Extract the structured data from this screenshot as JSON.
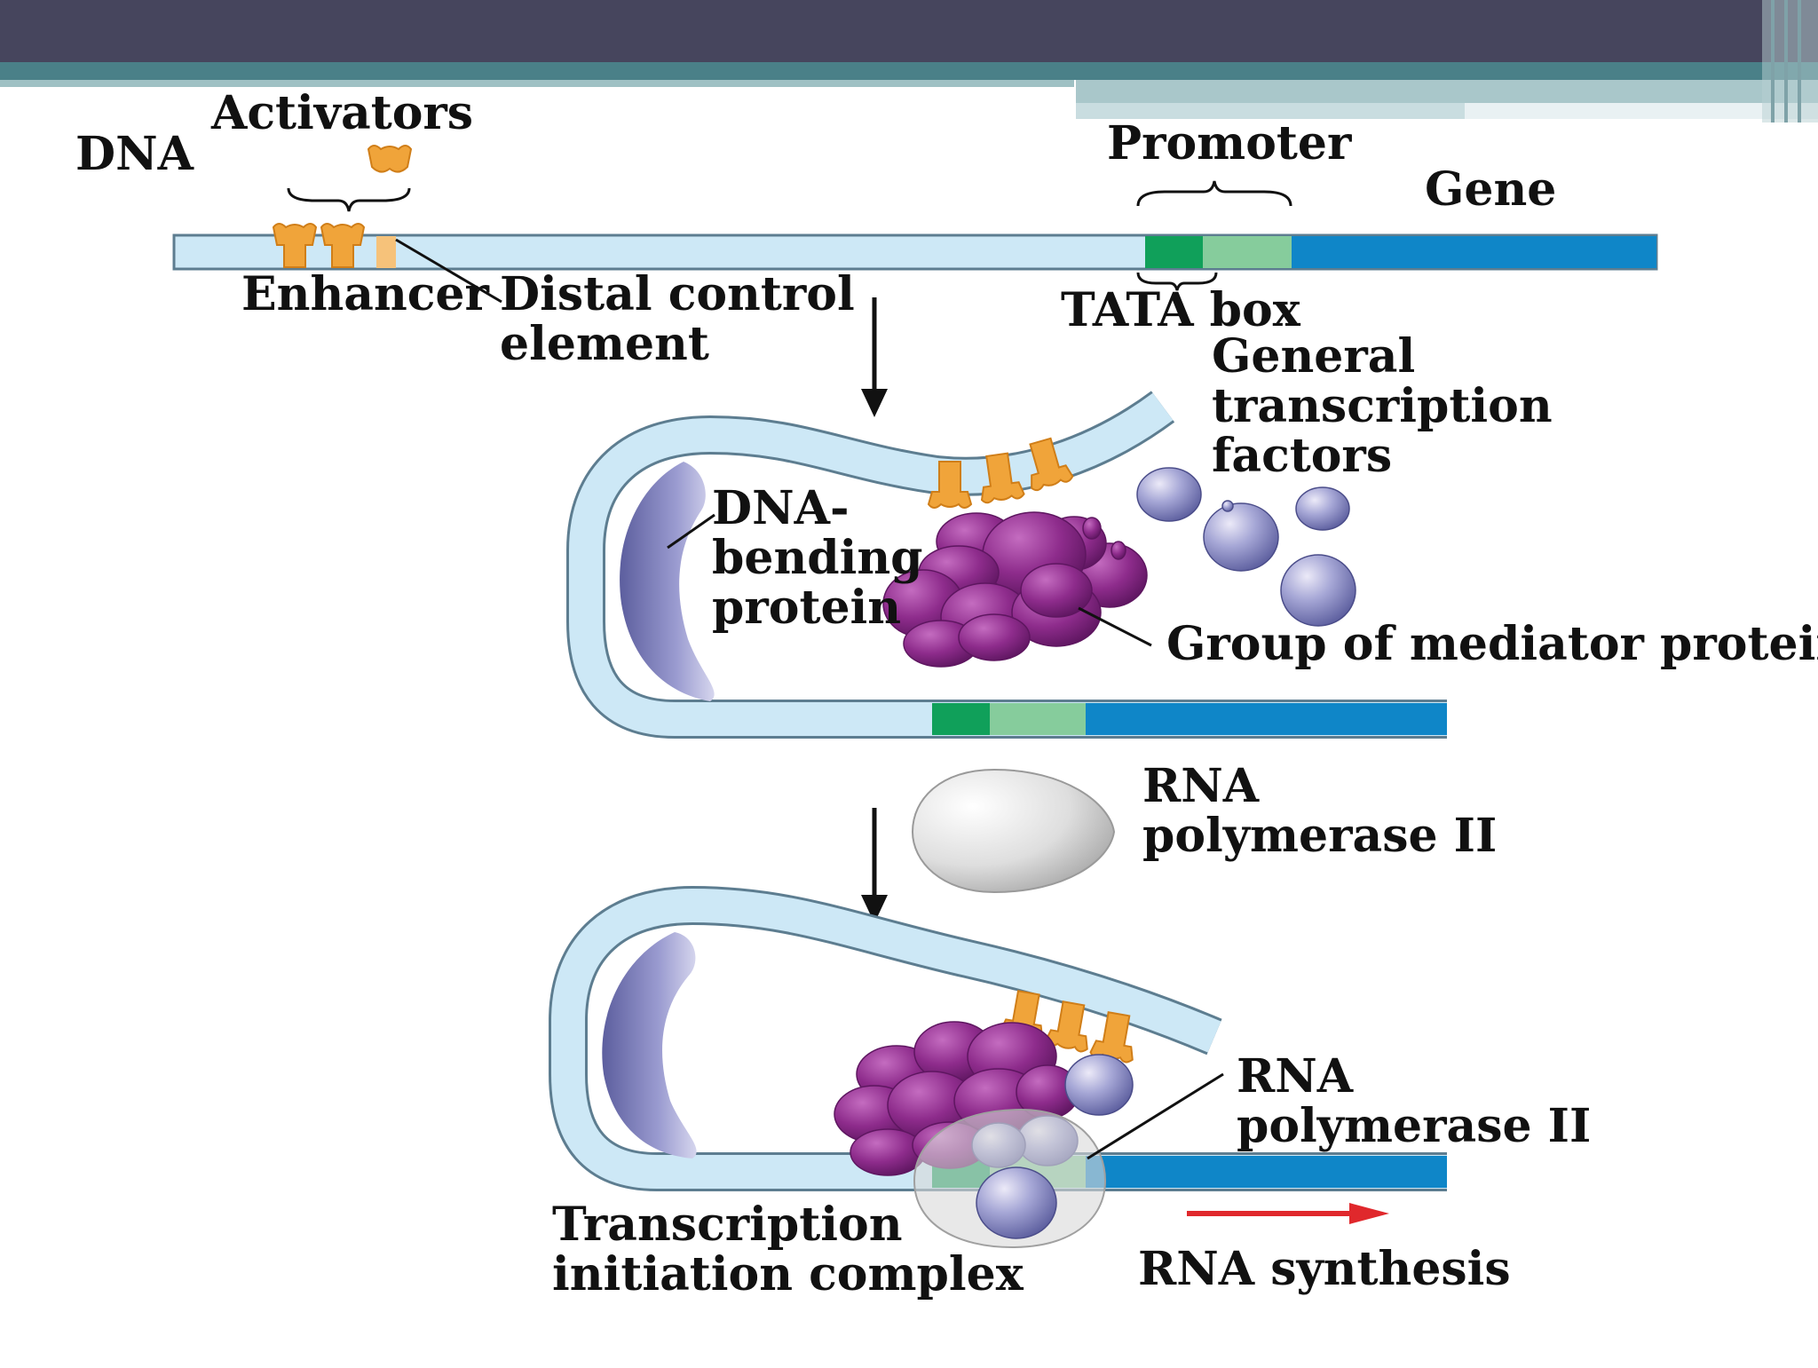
{
  "labels": {
    "dna": "DNA",
    "activators": "Activators",
    "promoter": "Promoter",
    "gene": "Gene",
    "enhancer": "Enhancer",
    "distal_control_element": [
      "Distal control",
      "element"
    ],
    "tata_box": "TATA box",
    "general_transcription_factors": [
      "General",
      "transcription",
      "factors"
    ],
    "dna_bending_protein": [
      "DNA-",
      "bending",
      "protein"
    ],
    "group_of_mediator_proteins": "Group of mediator proteins",
    "rna_polymerase_ii_free": [
      "RNA",
      "polymerase II"
    ],
    "rna_polymerase_ii_bound": [
      "RNA",
      "polymerase II"
    ],
    "transcription_initiation_complex": [
      "Transcription",
      "initiation complex"
    ],
    "rna_synthesis": "RNA synthesis"
  },
  "colors": {
    "header_bar": "#46455d",
    "header_teal": "#4a8088",
    "header_light": "#9fc1c4",
    "dna_strand": "#cde8f6",
    "dna_outline": "#5d7d90",
    "gene_blue": "#0f86c8",
    "tata_green": "#10a05a",
    "promoter_light_green": "#86cc9c",
    "activator_orange": "#f0a43a",
    "mediator_purple": "#8a2a88",
    "transcription_factor_lavender": "#8c8ec8",
    "rna_polymerase_gray": "#d9d9d9",
    "rna_synthesis_arrow": "#e0282c"
  }
}
